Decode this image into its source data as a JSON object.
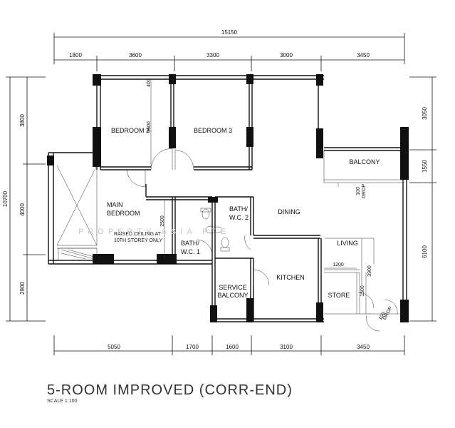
{
  "title": "5-ROOM IMPROVED (CORR-END)",
  "scale": "SCALE 1:100",
  "watermark": "PROPERTY ASIA PTE",
  "dimensions": {
    "overall_width": "15150",
    "top": [
      "1800",
      "3600",
      "3300",
      "3000",
      "3450"
    ],
    "bottom": [
      "5050",
      "1700",
      "1600",
      "3100",
      "3450"
    ],
    "overall_height": "10700",
    "left": [
      "3800",
      "4000",
      "2900"
    ],
    "right": [
      "3050",
      "1550",
      "6100"
    ],
    "interior": {
      "d400": "400",
      "d3600": "3600",
      "d2500": "2500",
      "d1200": "1200",
      "d3900": "3900",
      "d1500": "1500"
    }
  },
  "rooms": {
    "bedroom2": "BEDROOM 2",
    "bedroom3": "BEDROOM 3",
    "balcony": "BALCONY",
    "main_bedroom_1": "MAIN",
    "main_bedroom_2": "BEDROOM",
    "raised_1": "RAISED CEILING AT",
    "raised_2": "10TH STOREY ONLY",
    "bath2_1": "BATH/",
    "bath2_2": "W.C. 2",
    "bath1_1": "BATH/",
    "bath1_2": "W.C. 1",
    "dining": "DINING",
    "living": "LIVING",
    "kitchen": "KITCHEN",
    "service_1": "SERVICE",
    "service_2": "BALCONY",
    "store": "STORE"
  },
  "drops": {
    "drop_a_1": "100",
    "drop_a_2": "DROP",
    "drop_b_1": "100",
    "drop_b_2": "DROP"
  }
}
